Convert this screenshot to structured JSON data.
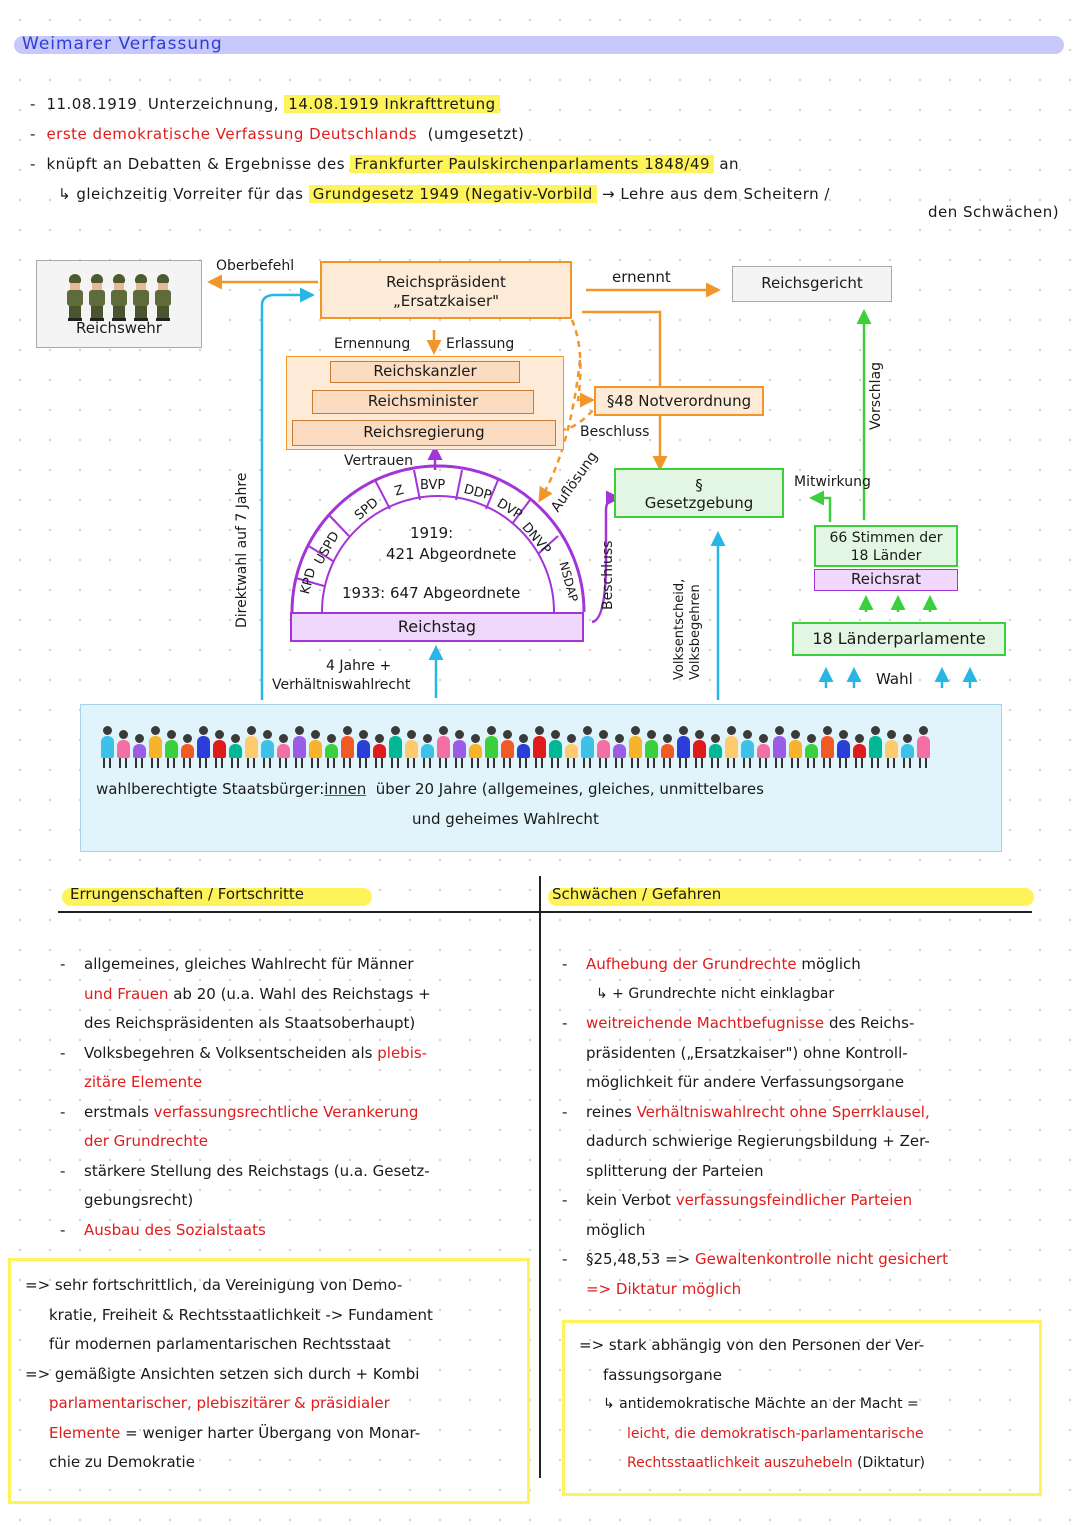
{
  "title": "Weimarer Verfassung",
  "intro": {
    "line1_date1": "11.08.1919",
    "line1_text1": "Unterzeichnung,",
    "line1_hl": "14.08.1919 Inkrafttretung",
    "line2_red": "erste demokratische Verfassung Deutschlands",
    "line2_rest": "(umgesetzt)",
    "line3_a": "knüpft an Debatten & Ergebnisse des",
    "line3_hl": "Frankfurter Paulskirchenparlaments 1848/49",
    "line3_b": "an",
    "line4_a": "↳ gleichzeitig Vorreiter für das",
    "line4_hl": "Grundgesetz 1949 (Negativ-Vorbild",
    "line4_b": "→ Lehre aus dem Scheitern /",
    "line4_c": "den Schwächen)"
  },
  "diagram": {
    "reichswehr": "Reichswehr",
    "oberbefehl": "Oberbefehl",
    "praesident": "Reichspräsident",
    "ersatzkaiser": "„Ersatzkaiser\"",
    "ernennt": "ernennt",
    "reichsgericht": "Reichsgericht",
    "ernennung": "Ernennung",
    "erlassung": "Erlassung",
    "kanzler": "Reichskanzler",
    "minister": "Reichsminister",
    "regierung": "Reichsregierung",
    "notverordnung": "§48 Notverordnung",
    "beschluss1": "Beschluss",
    "aufloesung": "Auflösung",
    "vertrauen": "Vertrauen",
    "direktwahl": "Direktwahl auf 7 Jahre",
    "parties": [
      "KPD",
      "USPD",
      "SPD",
      "Z",
      "BVP",
      "DDP",
      "DVP",
      "DNVP",
      "NSDAP"
    ],
    "year1919": "1919:",
    "abg1919": "421 Abgeordnete",
    "abg1933": "1933: 647 Abgeordnete",
    "reichstag": "Reichstag",
    "beschluss2": "Beschluss",
    "paragraph": "§",
    "gesetzgebung": "Gesetzgebung",
    "volksentscheid": "Volksentscheid,",
    "volksbegehren": "Volksbegehren",
    "vorschlag": "Vorschlag",
    "mitwirkung": "Mitwirkung",
    "stimmen1": "66 Stimmen der",
    "stimmen2": "18 Länder",
    "reichsrat": "Reichsrat",
    "laenderparl": "18 Länderparlamente",
    "wahl": "Wahl",
    "vierjahre": "4 Jahre +",
    "verhaeltnis": "Verhältniswahlrecht",
    "buerger1_a": "wahlberechtigte Staatsbürger:",
    "buerger1_b": "innen",
    "buerger1_c": "über 20 Jahre (allgemeines, gleiches, unmittelbares",
    "buerger2": "und geheimes Wahlrecht"
  },
  "left": {
    "header": "Errungenschaften / Fortschritte",
    "b1_l1": "allgemeines, gleiches Wahlrecht für Männer",
    "b1_l2_red": "und Frauen",
    "b1_l2_rest": "ab 20 (u.a. Wahl des Reichstags +",
    "b1_l3": "des Reichspräsidenten als Staatsoberhaupt)",
    "b2_l1": "Volksbegehren & Volksentscheiden als",
    "b2_l1_red": "plebis-",
    "b2_l2_red": "zitäre Elemente",
    "b3_l1": "erstmals",
    "b3_l1_red": "verfassungsrechtliche Verankerung",
    "b3_l2_red": "der Grundrechte",
    "b4_l1": "stärkere Stellung des Reichstags (u.a. Gesetz-",
    "b4_l2": "gebungsrecht)",
    "b5_red": "Ausbau des Sozialstaats",
    "c1_l1": "=> sehr fortschrittlich, da Vereinigung von Demo-",
    "c1_l2": "kratie, Freiheit & Rechtsstaatlichkeit -> Fundament",
    "c1_l3": "für modernen parlamentarischen Rechtsstaat",
    "c2_l1": "=> gemäßigte Ansichten setzen sich durch + Kombi",
    "c2_l2_red": "parlamentarischer, plebiszitärer & präsidialer",
    "c2_l3_red": "Elemente",
    "c2_l3_rest": "= weniger harter Übergang von Monar-",
    "c2_l4": "chie zu Demokratie"
  },
  "right": {
    "header": "Schwächen / Gefahren",
    "b1_red": "Aufhebung der Grundrechte",
    "b1_rest": "möglich",
    "b1_sub": "↳ + Grundrechte nicht einklagbar",
    "b2_red": "weitreichende Machtbefugnisse",
    "b2_rest": "des Reichs-",
    "b2_l2": "präsidenten („Ersatzkaiser\") ohne Kontroll-",
    "b2_l3": "möglichkeit für andere Verfassungsorgane",
    "b3_a": "reines",
    "b3_red": "Verhältniswahlrecht ohne Sperrklausel,",
    "b3_l2": "dadurch schwierige Regierungsbildung + Zer-",
    "b3_l3": "splitterung der Parteien",
    "b4_a": "kein Verbot",
    "b4_red": "verfassungsfeindlicher Parteien",
    "b4_l2": "möglich",
    "b5_a": "§25,48,53 =>",
    "b5_red": "Gewaltenkontrolle nicht gesichert",
    "b5_l2_red": "=> Diktatur möglich",
    "c1_l1": "=> stark abhängig von den Personen der Ver-",
    "c1_l2": "fassungsorgane",
    "c1_l3": "↳ antidemokratische Mächte an der Macht =",
    "c1_l4_red": "leicht, die demokratisch-parlamentarische",
    "c1_l5_red": "Rechtsstaatlichkeit auszuhebeln",
    "c1_l5_rest": "(Diktatur)"
  },
  "colors": {
    "blue_title": "#2b3fd8",
    "red": "#e01b1b",
    "highlight": "#fff35a",
    "orange": "#f2962a",
    "green": "#3ccf3c",
    "purple": "#a335d8",
    "cyan": "#27b6e6"
  }
}
